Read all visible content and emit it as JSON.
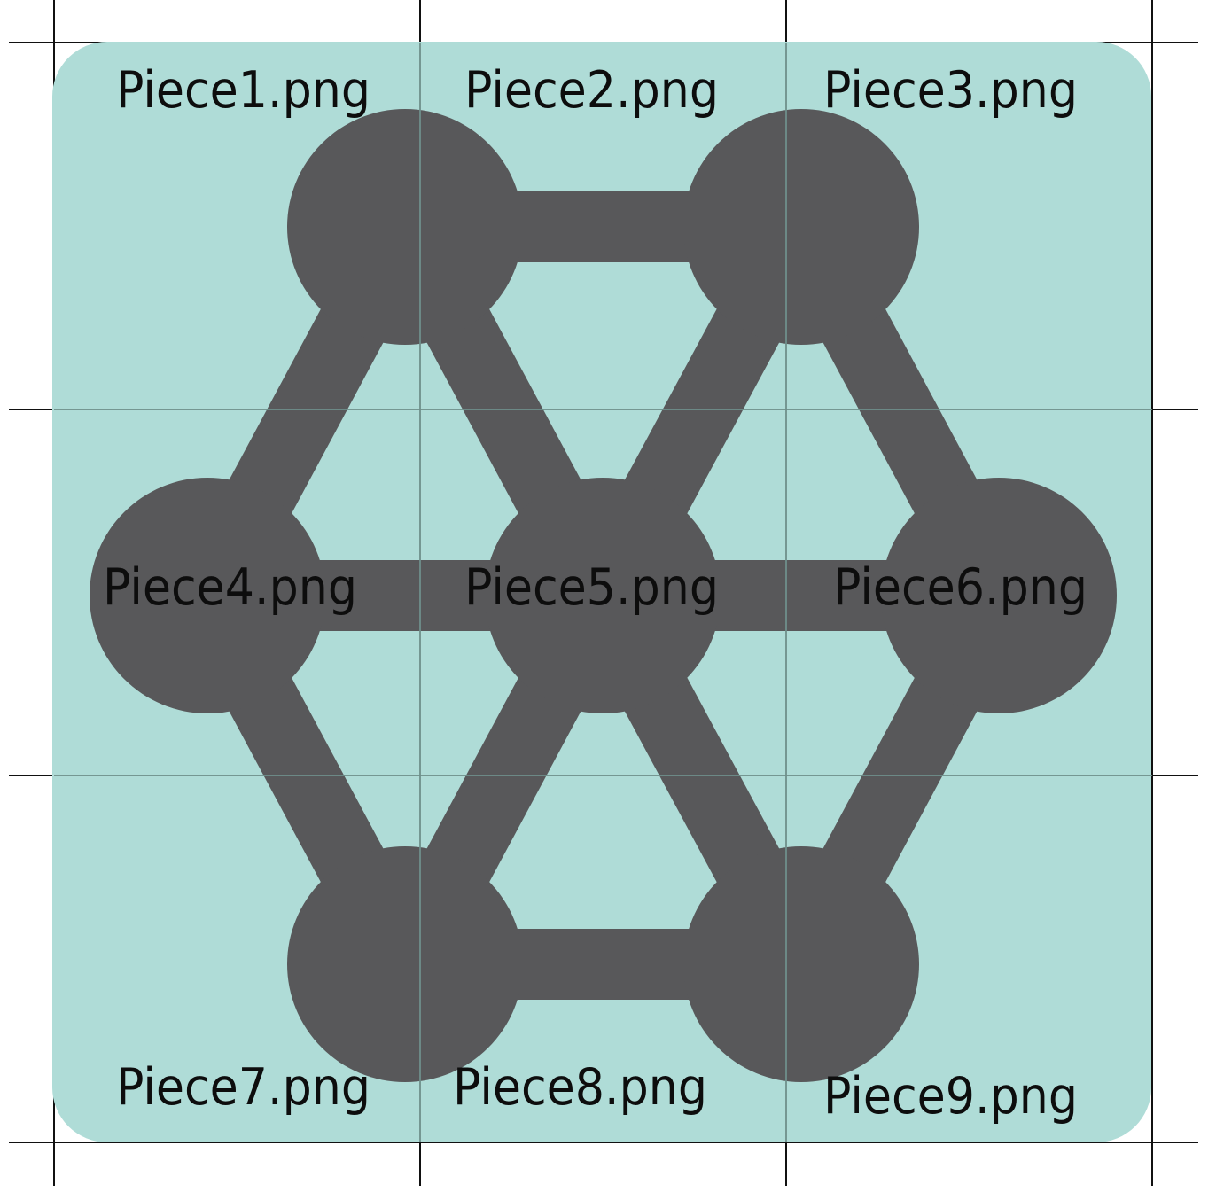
{
  "pieces": [
    {
      "id": 1,
      "label": "Piece1.png"
    },
    {
      "id": 2,
      "label": "Piece2.png"
    },
    {
      "id": 3,
      "label": "Piece3.png"
    },
    {
      "id": 4,
      "label": "Piece4.png"
    },
    {
      "id": 5,
      "label": "Piece5.png"
    },
    {
      "id": 6,
      "label": "Piece6.png"
    },
    {
      "id": 7,
      "label": "Piece7.png"
    },
    {
      "id": 8,
      "label": "Piece8.png"
    },
    {
      "id": 9,
      "label": "Piece9.png"
    }
  ],
  "colors": {
    "background_tile": "#afdcd7",
    "network": "#58585a",
    "inner_grid": "#6f8f8b",
    "crop_marks": "#111111",
    "label_text": "#0d0d0d"
  },
  "icons": {
    "network": "molecule-network-icon"
  }
}
